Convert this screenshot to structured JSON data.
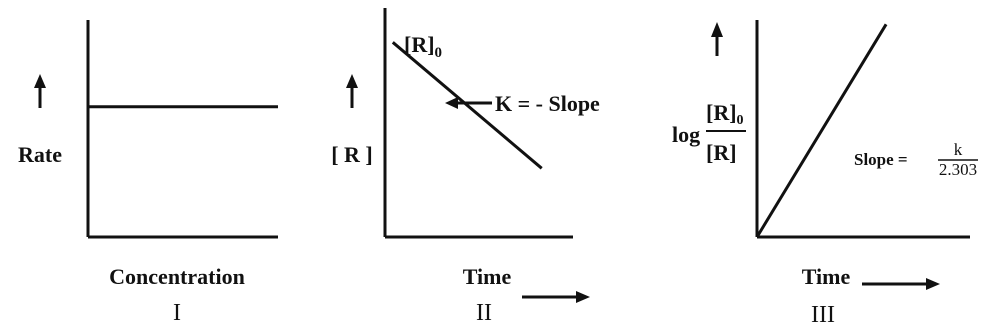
{
  "chart_data": [
    {
      "type": "line",
      "panel_label": "I",
      "xlabel": "Concentration",
      "ylabel": "Rate",
      "series": [
        {
          "x": [
            0,
            1
          ],
          "y": [
            0.6,
            0.6
          ]
        }
      ],
      "xlim": [
        0,
        1
      ],
      "ylim": [
        0,
        1
      ],
      "grid": false
    },
    {
      "type": "line",
      "panel_label": "II",
      "xlabel": "Time",
      "ylabel": "[ R ]",
      "annotations": {
        "intercept": "[R]0",
        "slope": "K = - Slope"
      },
      "series": [
        {
          "x": [
            0.05,
            1
          ],
          "y": [
            0.85,
            0.3
          ]
        }
      ],
      "xlim": [
        0,
        1.2
      ],
      "ylim": [
        0,
        1
      ],
      "grid": false
    },
    {
      "type": "line",
      "panel_label": "III",
      "xlabel": "Time",
      "ylabel": {
        "prefix": "log",
        "numerator": "[R]0",
        "denominator": "[R]"
      },
      "annotations": {
        "slope_prefix": "Slope =",
        "slope_numerator": "k",
        "slope_denominator": "2.303"
      },
      "series": [
        {
          "x": [
            0,
            1
          ],
          "y": [
            0,
            1
          ]
        }
      ],
      "xlim": [
        0,
        1.65
      ],
      "ylim": [
        0,
        1.02
      ],
      "grid": false
    }
  ]
}
